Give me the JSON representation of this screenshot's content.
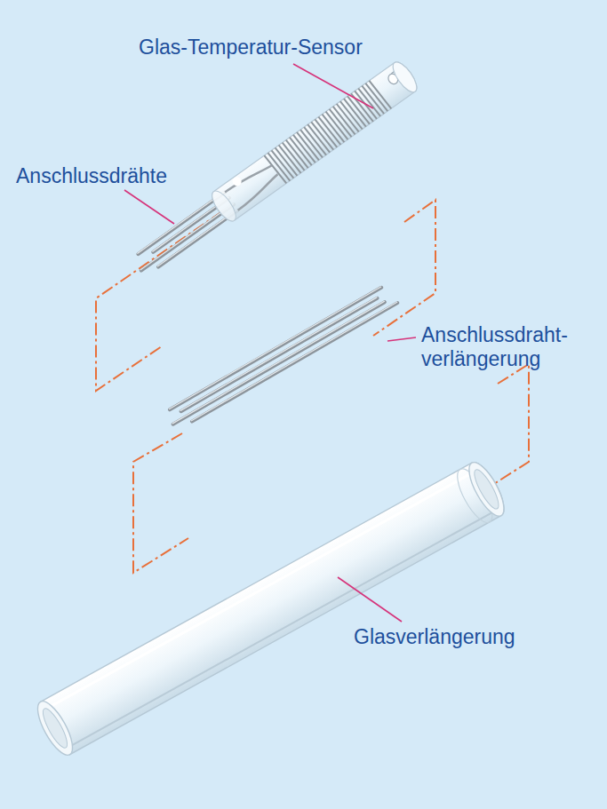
{
  "diagram": {
    "labels": [
      "Glas-Temperatur-Sensor",
      "Anschlussdrähte",
      "Anschlussdraht- verlängerung",
      "Glasverlängerung"
    ]
  }
}
